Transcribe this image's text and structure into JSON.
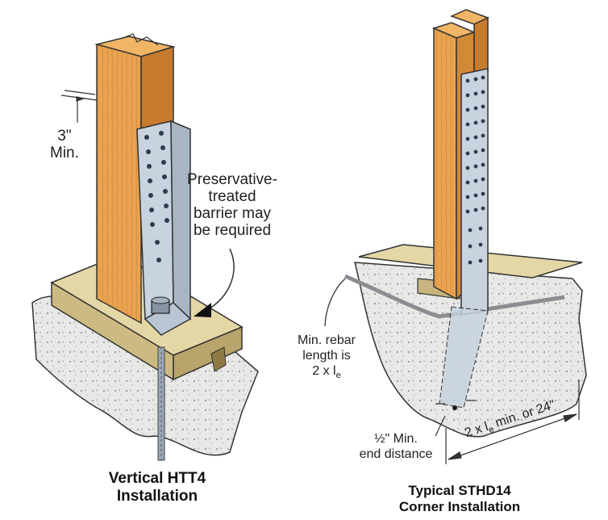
{
  "left_figure": {
    "caption_line1": "Vertical HTT4",
    "caption_line2": "Installation",
    "dim_line1": "3\"",
    "dim_line2": "Min.",
    "note_line1": "Preservative-",
    "note_line2": "treated",
    "note_line3": "barrier may",
    "note_line4": "be required"
  },
  "right_figure": {
    "caption_line1": "Typical STHD14",
    "caption_line2": "Corner Installation",
    "rebar_line1": "Min. rebar",
    "rebar_line2": "length is",
    "rebar_line3_prefix": "2 x l",
    "rebar_line3_sub": "e",
    "end_line1": "½\" Min.",
    "end_line2": "end distance",
    "embed_prefix": "2 x l",
    "embed_sub": "e",
    "embed_suffix": " min. or 24\""
  },
  "colors": {
    "wood": "#E9A24F",
    "wood_dark": "#B86A22",
    "sill": "#D9C893",
    "concrete": "#E8E8E6",
    "steel": "#C8D3DF"
  }
}
